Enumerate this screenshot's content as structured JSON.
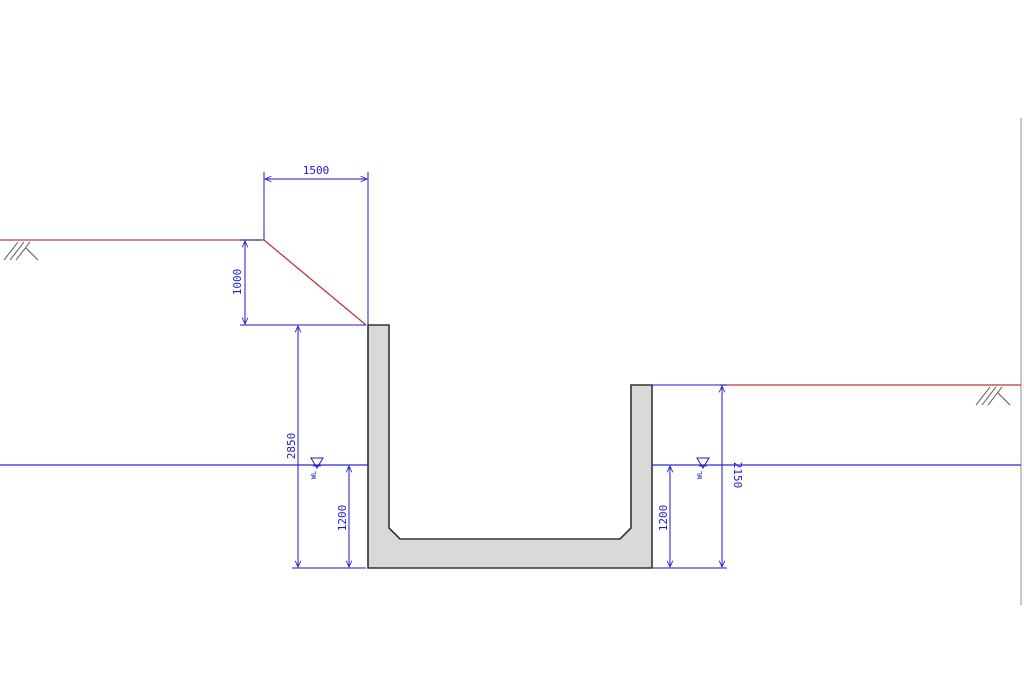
{
  "colors": {
    "ground_line": "#b83a3a",
    "dimension": "#1a1ad0",
    "water_line": "#2a2ad8",
    "concrete_fill": "#d9d9d9",
    "concrete_stroke": "#333333",
    "hatch": "#555555",
    "frame_edge": "#c8c8c8"
  },
  "dimensions": {
    "slope_width": "1500",
    "slope_height": "1000",
    "left_wall_height": "2850",
    "left_water_level": "1200",
    "right_water_level": "1200",
    "right_wall_height": "2150"
  },
  "symbols": {
    "water_level_mark_left": "▽",
    "water_level_mark_right": "▽",
    "water_level_tag": "WL"
  },
  "icons": {
    "ground_hatch_left": "ground-hatch-icon",
    "ground_hatch_right": "ground-hatch-icon",
    "water_level": "water-level-triangle-icon"
  }
}
